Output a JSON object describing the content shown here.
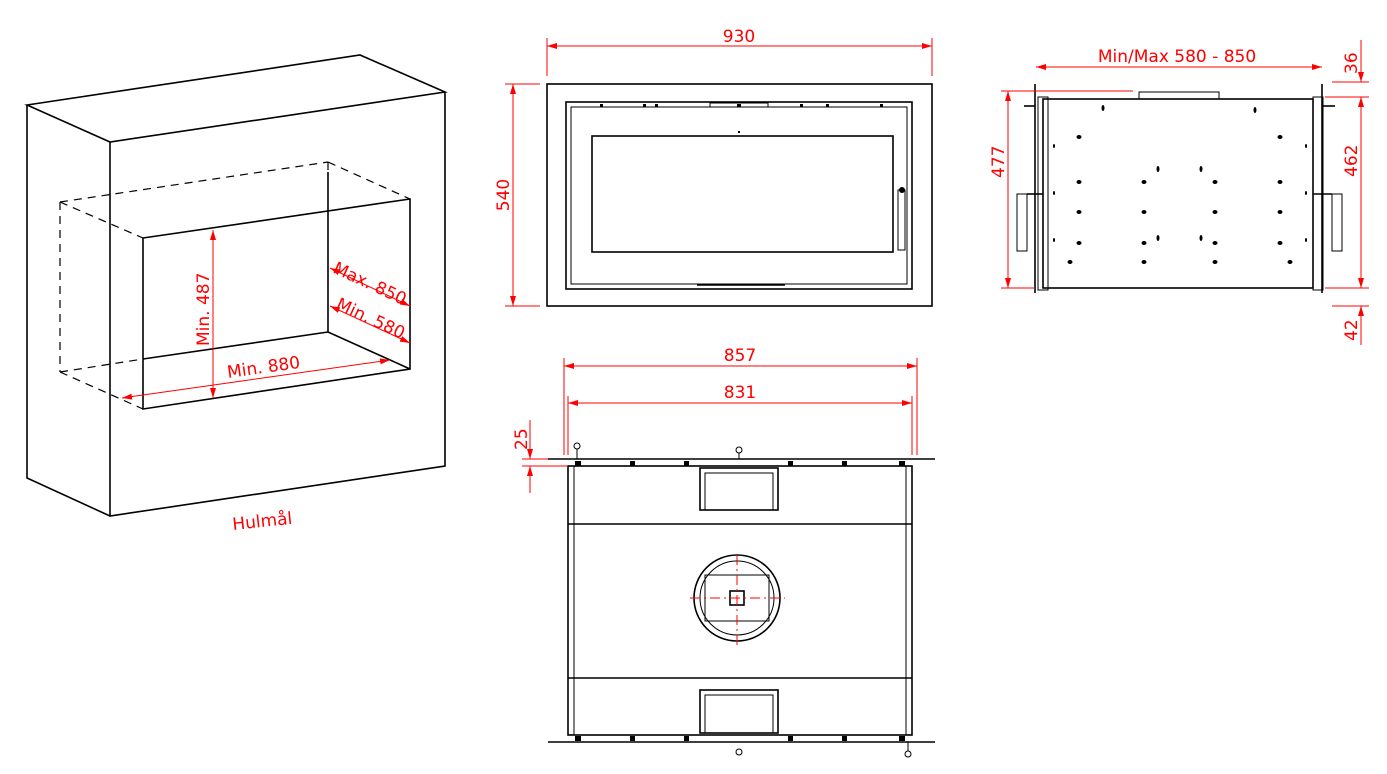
{
  "views": {
    "opening": {
      "caption": "Hulmål",
      "height_label": "Min. 487",
      "width_label": "Min. 880",
      "depth_max_label": "Max. 850",
      "depth_min_label": "Min. 580"
    },
    "front": {
      "width_label": "930",
      "height_label": "540"
    },
    "top": {
      "outer_width_label": "857",
      "inner_width_label": "831",
      "offset_label": "25"
    },
    "side": {
      "depth_label": "Min/Max 580 - 850",
      "total_height_label": "477",
      "body_height_label": "462",
      "top_offset_label": "36",
      "bottom_offset_label": "42"
    }
  },
  "colors": {
    "dimension": "#ff0000",
    "outline": "#000000"
  }
}
